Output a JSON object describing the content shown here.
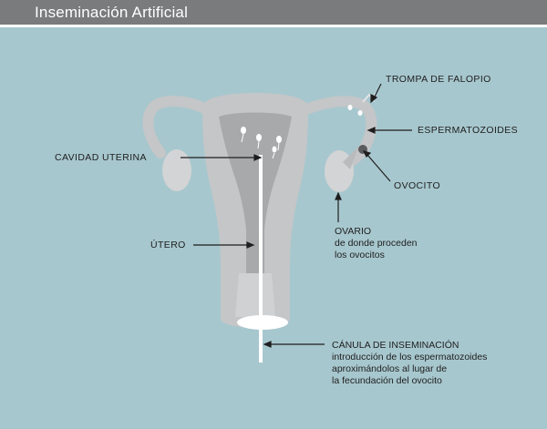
{
  "header": {
    "title": "Inseminación Artificial"
  },
  "labels": {
    "trompa": "TROMPA DE FALOPIO",
    "espermatozoides": "ESPERMATOZOIDES",
    "cavidad": "CAVIDAD UTERINA",
    "ovocito": "OVOCITO",
    "ovario_title": "OVARIO",
    "ovario_line1": "de donde proceden",
    "ovario_line2": "los ovocitos",
    "utero": "ÚTERO",
    "canula_title": "CÁNULA DE INSEMINACIÓN",
    "canula_line1": "introducción de los espermatozoides",
    "canula_line2": "aproximándolos al lugar de",
    "canula_line3": "la fecundación del ovocito"
  },
  "colors": {
    "background": "#a7c7ce",
    "title_bar": "#7a7b7d",
    "uterus_outer": "#c4c6c7",
    "uterus_inner": "#a8a9ab",
    "cannula": "#ffffff",
    "ovocyte": "#5a5b5d"
  }
}
